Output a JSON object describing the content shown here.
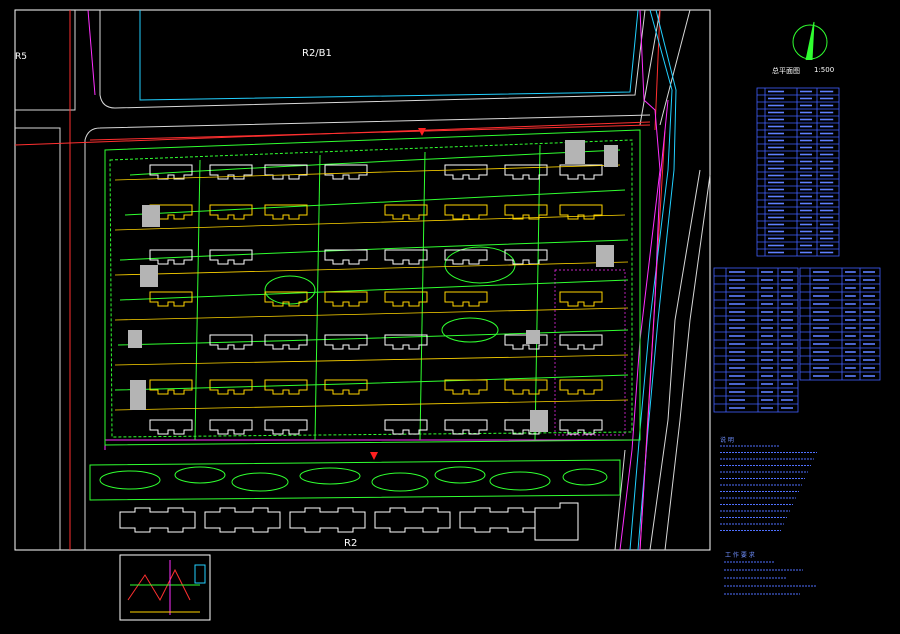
{
  "drawing": {
    "labels": {
      "road_top": "R2/B1",
      "road_bottom": "R2",
      "road_left_fragment": "R5",
      "scale_title": "总平面图",
      "scale": "1:500"
    },
    "colors": {
      "background": "#000000",
      "frame": "#ffffff",
      "road_edge": "#e0e0e0",
      "road_center": "#ff3030",
      "boundary_cyan": "#22d0ff",
      "property_magenta": "#ff30ff",
      "landscape_green": "#30ff30",
      "table_blue": "#4060ff",
      "building_white": "#ffffff",
      "building_gray": "#b4b4b4",
      "pipe_yellow": "#ffd500"
    },
    "legend_tables": {
      "table1_rows": 24,
      "table2_rows": 18,
      "table3_rows": 14
    },
    "notes": {
      "title": "说 明",
      "lines": 14,
      "note2_title": "工 作 要 求",
      "note2_lines": 5
    },
    "icons": [
      "north-arrow-icon",
      "entrance-marker-icon"
    ]
  }
}
